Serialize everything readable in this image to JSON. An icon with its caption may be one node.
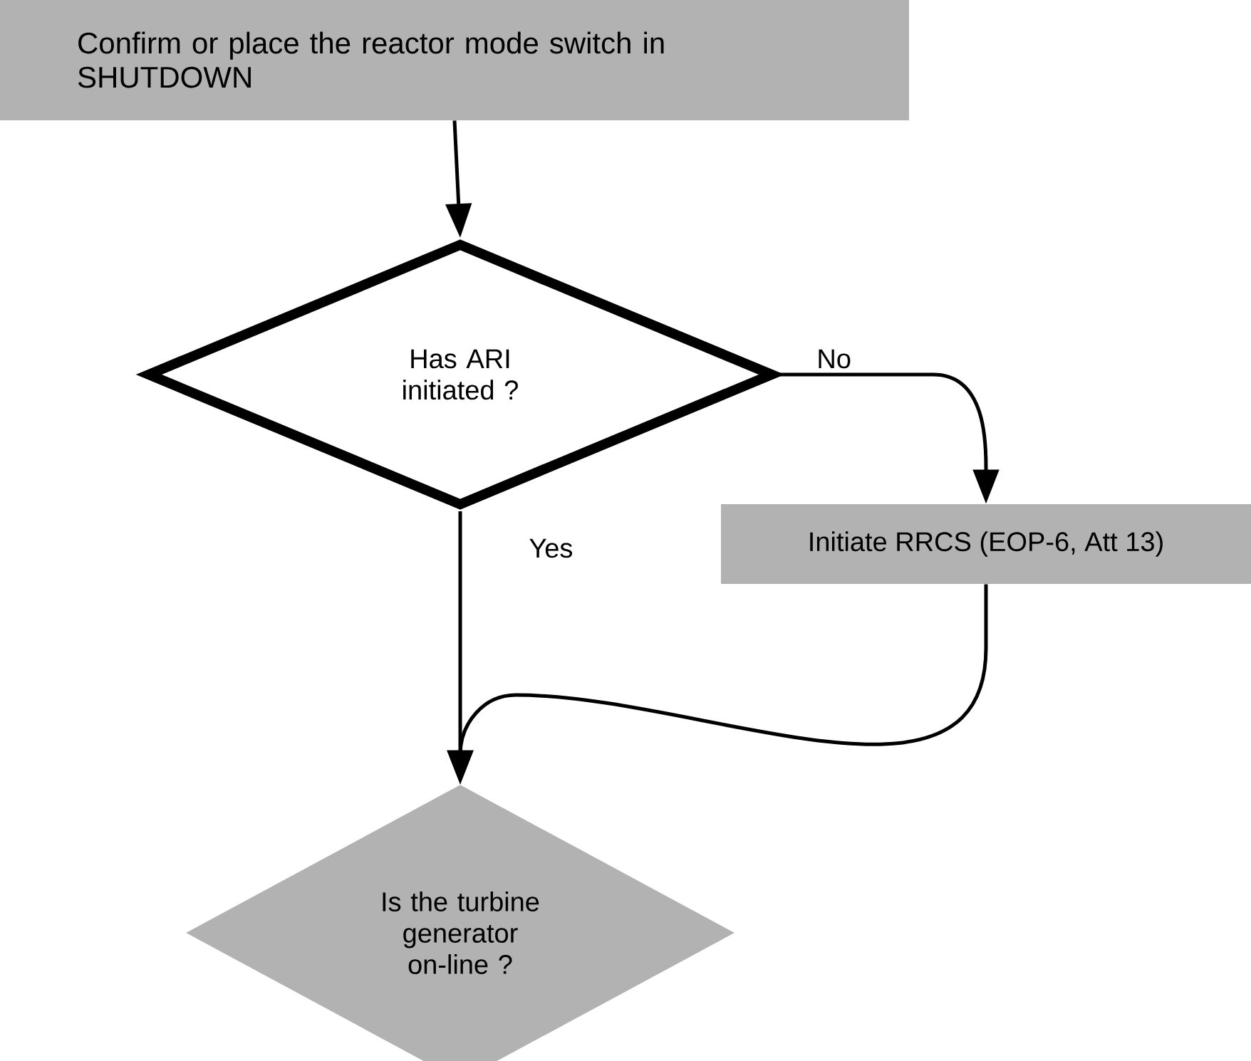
{
  "diagram": {
    "nodes": [
      {
        "text": [
          "Confirm or place the reactor mode switch in SHUTDOWN"
        ]
      },
      {
        "text": [
          "Has ARI initiated ?"
        ]
      },
      {
        "text": [
          "Initiate RRCS (EOP-6, Att 13)"
        ]
      },
      {
        "text": [
          "Is the turbine generator on-line ?"
        ]
      }
    ],
    "edges": [
      {
        "from": 0,
        "to": 1,
        "arrow": "to"
      },
      {
        "from": 1,
        "to": 2,
        "arrow": "to",
        "label": "No"
      },
      {
        "from": 1,
        "to": 3,
        "arrow": "to",
        "label": "Yes"
      },
      {
        "from": 2,
        "to": 3,
        "arrow": "to"
      }
    ]
  }
}
